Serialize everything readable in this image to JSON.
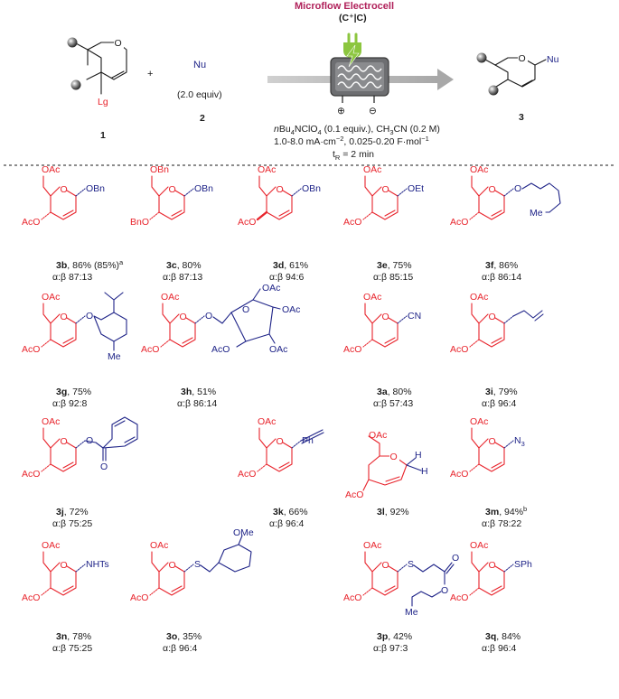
{
  "header": {
    "cell_title": "Microflow Electrocell",
    "cell_subtitle": "(C⁺|C)",
    "reactant_1_label": "1",
    "reactant_1_lg": "Lg",
    "reactant_1_o": "O",
    "plus": "+",
    "nucleophile": "Nu",
    "nucleophile_equiv": "(2.0 equiv)",
    "reactant_2_label": "2",
    "product_label": "3",
    "product_o": "O",
    "product_nu": "Nu",
    "electrode_plus": "⊕",
    "electrode_minus": "⊖",
    "conditions_1_a": "n",
    "conditions_1_b": "Bu",
    "conditions_1_c": "4",
    "conditions_1_d": "NClO",
    "conditions_1_e": "4",
    "conditions_1_f": " (0.1 equiv.), CH",
    "conditions_1_g": "3",
    "conditions_1_h": "CN (0.2 M)",
    "conditions_2_a": "1.0-8.0 mA·cm",
    "conditions_2_b": "−2",
    "conditions_2_c": ", 0.025-0.20 F·mol",
    "conditions_2_d": "−1",
    "conditions_3_a": "t",
    "conditions_3_b": "R",
    "conditions_3_c": " = 2 min"
  },
  "common": {
    "oac": "OAc",
    "aco": "AcO",
    "obn": "OBn",
    "bno": "BnO",
    "bn_ch2": "OBn",
    "o": "O"
  },
  "products": [
    {
      "id": "3b",
      "yield": ", 86% (85%)",
      "sup": "a",
      "ratio": "α:β 87:13",
      "nu": "OBn"
    },
    {
      "id": "3c",
      "yield": ", 80%",
      "sup": "",
      "ratio": "α:β 87:13",
      "nu": "OBn"
    },
    {
      "id": "3d",
      "yield": ", 61%",
      "sup": "",
      "ratio": "α:β 94:6",
      "nu": "OBn"
    },
    {
      "id": "3e",
      "yield": ", 75%",
      "sup": "",
      "ratio": "α:β 85:15",
      "nu": "OEt"
    },
    {
      "id": "3f",
      "yield": ", 86%",
      "sup": "",
      "ratio": "α:β 86:14",
      "nu": "O",
      "extra": "Me"
    },
    {
      "id": "3g",
      "yield": ", 75%",
      "sup": "",
      "ratio": "α:β 92:8",
      "nu": "O",
      "extra": "Me"
    },
    {
      "id": "3h",
      "yield": ", 51%",
      "sup": "",
      "ratio": "α:β 86:14",
      "nu": "O"
    },
    {
      "id": "3a",
      "yield": ", 80%",
      "sup": "",
      "ratio": "α:β 57:43",
      "nu": "CN"
    },
    {
      "id": "3i",
      "yield": ", 79%",
      "sup": "",
      "ratio": "α:β 96:4"
    },
    {
      "id": "3j",
      "yield": ", 72%",
      "sup": "",
      "ratio": "α:β 75:25",
      "nu": "O"
    },
    {
      "id": "3k",
      "yield": ", 66%",
      "sup": "",
      "ratio": "α:β 96:4",
      "nu": "Ph"
    },
    {
      "id": "3l",
      "yield": ", 92%",
      "sup": "",
      "ratio": "",
      "nu": "H"
    },
    {
      "id": "3m",
      "yield": ", 94%",
      "sup": "b",
      "ratio": "α:β 78:22",
      "nu": "N",
      "nu_sub": "3"
    },
    {
      "id": "3n",
      "yield": ", 78%",
      "sup": "",
      "ratio": "α:β 75:25",
      "nu": "NHTs"
    },
    {
      "id": "3o",
      "yield": ", 35%",
      "sup": "",
      "ratio": "α:β 96:4",
      "nu": "S",
      "extra": "OMe"
    },
    {
      "id": "3p",
      "yield": ", 42%",
      "sup": "",
      "ratio": "α:β 97:3",
      "nu": "S",
      "extra": "Me"
    },
    {
      "id": "3q",
      "yield": ", 84%",
      "sup": "",
      "ratio": "α:β 96:4",
      "nu": "SPh"
    }
  ],
  "colors": {
    "red": "#e8242c",
    "blue": "#1f2488",
    "title": "#b0215a",
    "plug": "#8cc63f",
    "cell": "#6d6e71"
  }
}
